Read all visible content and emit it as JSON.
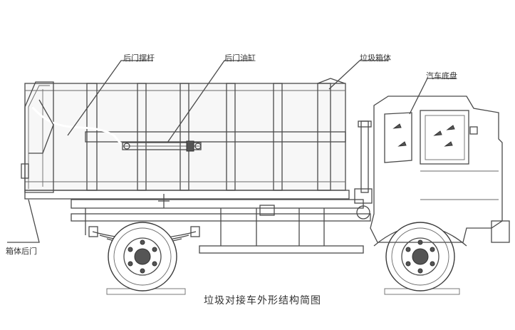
{
  "labels": {
    "rear_door_swing_arm": "后门摆杆",
    "rear_door_cylinder": "后门油缸",
    "garbage_box": "垃圾箱体",
    "chassis": "汽车底盘",
    "box_rear_door": "箱体后门"
  },
  "caption": "垃圾对接车外形结构简图"
}
